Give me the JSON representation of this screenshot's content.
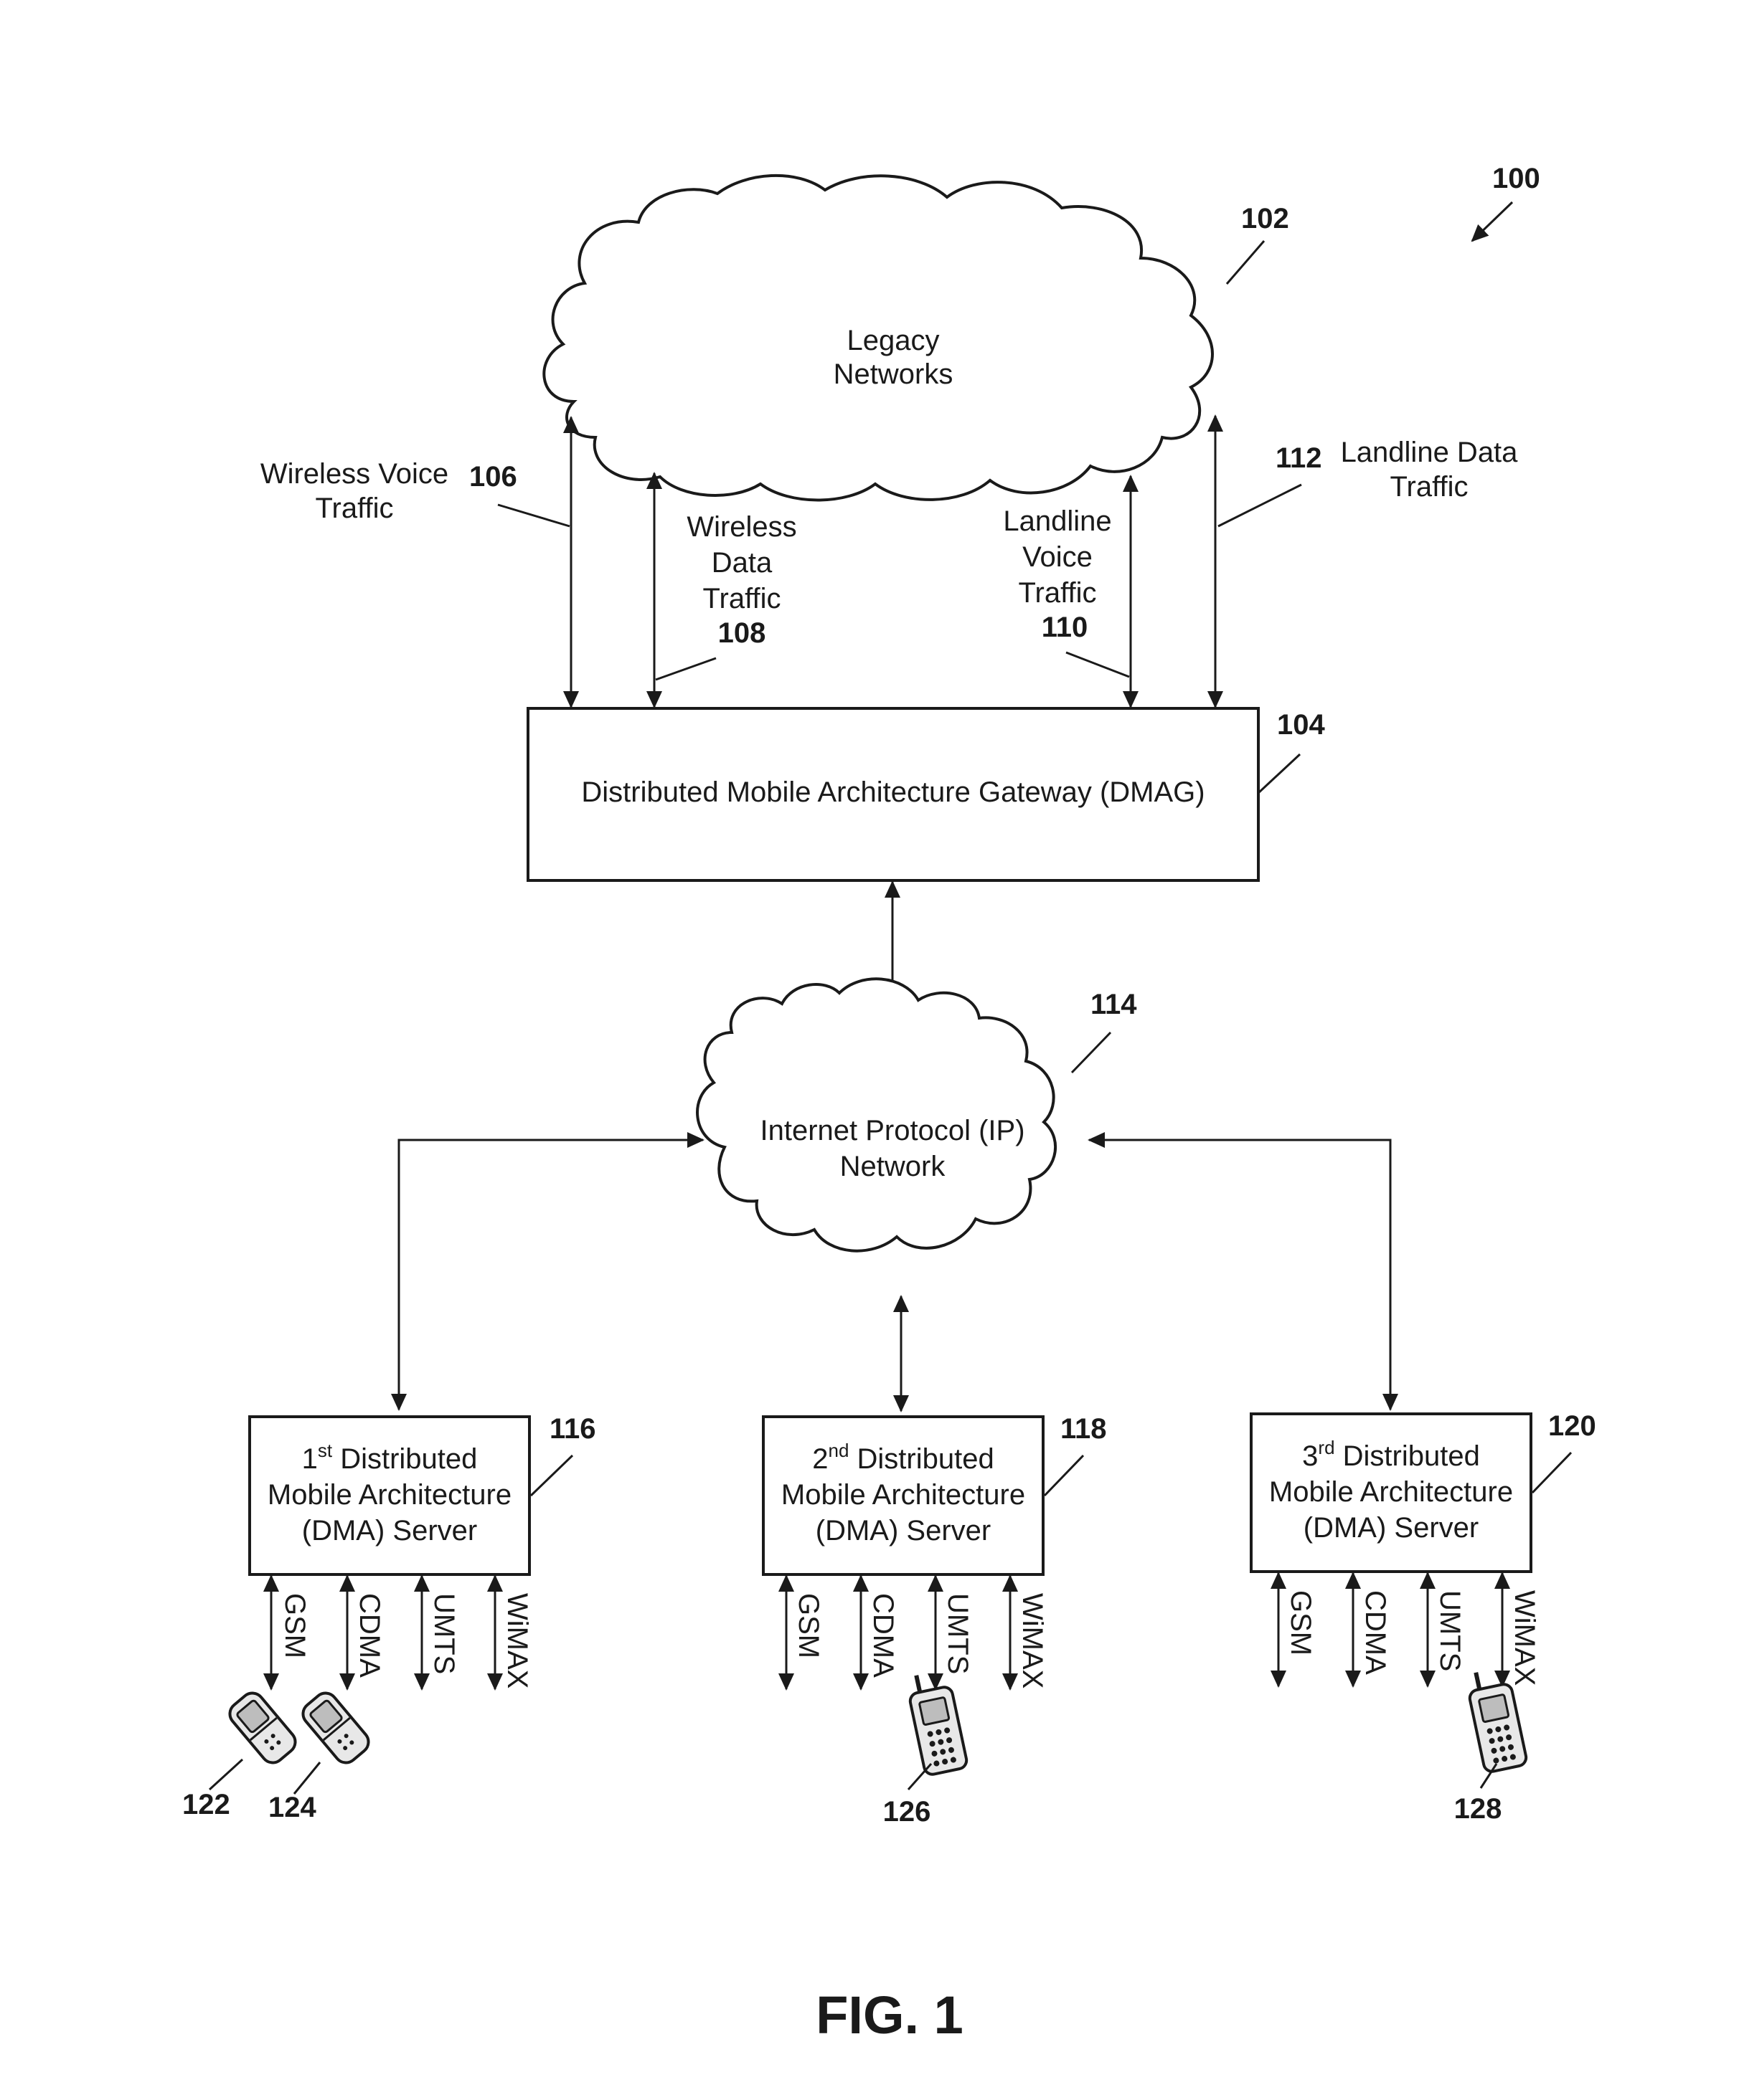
{
  "figure": {
    "ref": "100",
    "caption": "FIG. 1"
  },
  "legacy_networks": {
    "ref": "102",
    "line1": "Legacy",
    "line2": "Networks"
  },
  "dmag": {
    "ref": "104",
    "label": "Distributed Mobile Architecture Gateway (DMAG)"
  },
  "traffic": {
    "wireless_voice": {
      "ref": "106",
      "line1": "Wireless Voice",
      "line2": "Traffic"
    },
    "wireless_data": {
      "ref": "108",
      "line1": "Wireless",
      "line2": "Data",
      "line3": "Traffic"
    },
    "landline_voice": {
      "ref": "110",
      "line1": "Landline",
      "line2": "Voice",
      "line3": "Traffic"
    },
    "landline_data": {
      "ref": "112",
      "line1": "Landline Data",
      "line2": "Traffic"
    }
  },
  "ip_network": {
    "ref": "114",
    "line1": "Internet Protocol (IP)",
    "line2": "Network"
  },
  "servers": [
    {
      "ref": "116",
      "ordinal_num": "1",
      "ordinal_sup": "st",
      "line1_rest": " Distributed",
      "line2": "Mobile Architecture",
      "line3": "(DMA) Server"
    },
    {
      "ref": "118",
      "ordinal_num": "2",
      "ordinal_sup": "nd",
      "line1_rest": " Distributed",
      "line2": "Mobile Architecture",
      "line3": "(DMA) Server"
    },
    {
      "ref": "120",
      "ordinal_num": "3",
      "ordinal_sup": "rd",
      "line1_rest": " Distributed",
      "line2": "Mobile Architecture",
      "line3": "(DMA) Server"
    }
  ],
  "protocols": [
    "GSM",
    "CDMA",
    "UMTS",
    "WiMAX"
  ],
  "devices": [
    {
      "ref": "122"
    },
    {
      "ref": "124"
    },
    {
      "ref": "126"
    },
    {
      "ref": "128"
    }
  ]
}
